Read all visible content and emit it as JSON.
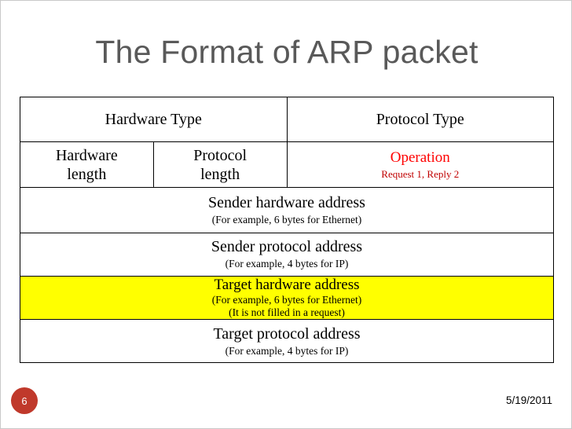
{
  "slide": {
    "title": "The Format of ARP packet",
    "page_number": "6",
    "date": "5/19/2011",
    "accent_color": "#c0392b",
    "title_color": "#595959",
    "highlight_color": "#ffff00",
    "operation_color": "#ff0000"
  },
  "table": {
    "rows": [
      {
        "cells": [
          {
            "main": "Hardware Type",
            "sub": ""
          },
          {
            "main": "Protocol Type",
            "sub": ""
          }
        ]
      },
      {
        "cells": [
          {
            "main": "Hardware\nlength",
            "sub": ""
          },
          {
            "main": "Protocol\nlength",
            "sub": ""
          },
          {
            "main": "Operation",
            "sub": "Request 1, Reply 2"
          }
        ]
      },
      {
        "cells": [
          {
            "main": "Sender hardware address",
            "sub": "(For example, 6 bytes for Ethernet)"
          }
        ]
      },
      {
        "cells": [
          {
            "main": "Sender protocol address",
            "sub": "(For example, 4 bytes for IP)"
          }
        ]
      },
      {
        "cells": [
          {
            "main": "Target hardware address",
            "sub": "(For example, 6 bytes for Ethernet)",
            "sub2": "(It is not filled in a request)"
          }
        ]
      },
      {
        "cells": [
          {
            "main": "Target protocol address",
            "sub": "(For example, 4 bytes for IP)"
          }
        ]
      }
    ],
    "labels": {
      "hardware_type": "Hardware Type",
      "protocol_type": "Protocol Type",
      "hardware_length_line1": "Hardware",
      "hardware_length_line2": "length",
      "protocol_length_line1": "Protocol",
      "protocol_length_line2": "length",
      "operation": "Operation",
      "operation_sub": "Request 1, Reply 2",
      "sender_hw_addr": "Sender hardware address",
      "sender_hw_addr_sub": "(For example, 6 bytes for Ethernet)",
      "sender_proto_addr": "Sender protocol address",
      "sender_proto_addr_sub": "(For example, 4 bytes for IP)",
      "target_hw_addr": "Target hardware address",
      "target_hw_addr_sub": "(For example, 6 bytes for Ethernet)",
      "target_hw_addr_sub2": "(It is not filled in a request)",
      "target_proto_addr": "Target protocol address",
      "target_proto_addr_sub": "(For example, 4 bytes for IP)"
    }
  }
}
